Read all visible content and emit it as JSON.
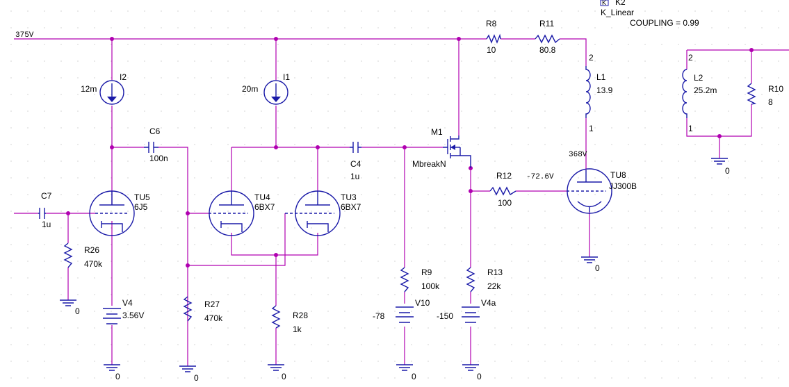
{
  "rail": {
    "label": "375V"
  },
  "kcoupling": {
    "symbol": "K",
    "name": "K2",
    "type": "K_Linear",
    "coupling": "COUPLING = 0.99"
  },
  "components": {
    "R8": {
      "ref": "R8",
      "value": "10"
    },
    "R11": {
      "ref": "R11",
      "value": "80.8"
    },
    "L1": {
      "ref": "L1",
      "value": "13.9",
      "pin_top": "2",
      "pin_bottom": "1"
    },
    "L2": {
      "ref": "L2",
      "value": "25.2m",
      "pin_top": "2",
      "pin_bottom": "1"
    },
    "R10": {
      "ref": "R10",
      "value": "8"
    },
    "I2": {
      "ref": "I2",
      "value": "12m"
    },
    "I1": {
      "ref": "I1",
      "value": "20m"
    },
    "C6": {
      "ref": "C6",
      "value": "100n"
    },
    "C4": {
      "ref": "C4",
      "value": "1u"
    },
    "C7": {
      "ref": "C7",
      "value": "1u"
    },
    "M1": {
      "ref": "M1",
      "model": "MbreakN"
    },
    "TU5": {
      "ref": "TU5",
      "model": "6J5"
    },
    "TU4": {
      "ref": "TU4",
      "model": "6BX7"
    },
    "TU3": {
      "ref": "TU3",
      "model": "6BX7"
    },
    "TU8": {
      "ref": "TU8",
      "model": "JJ300B"
    },
    "R12": {
      "ref": "R12",
      "value": "100"
    },
    "R26": {
      "ref": "R26",
      "value": "470k"
    },
    "R27": {
      "ref": "R27",
      "value": "470k"
    },
    "R28": {
      "ref": "R28",
      "value": "1k"
    },
    "R9": {
      "ref": "R9",
      "value": "100k"
    },
    "R13": {
      "ref": "R13",
      "value": "22k"
    },
    "V4": {
      "ref": "V4",
      "value": "3.56V"
    },
    "V10": {
      "ref": "V10",
      "value": "-78"
    },
    "V4a": {
      "ref": "V4a",
      "value": "-150"
    }
  },
  "voltages": {
    "plate_TU8": "368V",
    "grid_TU8": "-72.6V"
  },
  "ground_label": "0"
}
